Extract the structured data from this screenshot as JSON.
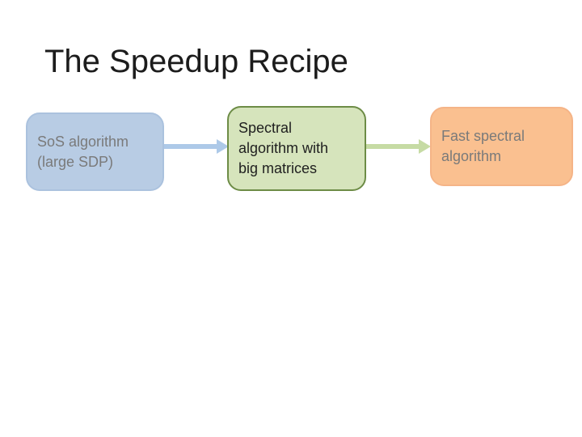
{
  "slide": {
    "title": "The Speedup Recipe",
    "background_color": "#ffffff",
    "title_color": "#1c1c1c"
  },
  "flow": {
    "boxes": [
      {
        "name": "sos-algorithm",
        "lines": [
          "SoS algorithm",
          "(large SDP)"
        ],
        "fill_color": "#b8cce4",
        "border_color": "#abc2de",
        "text_color": "#7a7a7a"
      },
      {
        "name": "spectral-algorithm",
        "lines": [
          "Spectral",
          "algorithm with",
          "big matrices"
        ],
        "fill_color": "#d6e4bc",
        "border_color": "#6d8c46",
        "text_color": "#1f1f1f"
      },
      {
        "name": "fast-spectral-algorithm",
        "lines": [
          "Fast spectral",
          "algorithm"
        ],
        "fill_color": "#fac090",
        "border_color": "#f5b487",
        "text_color": "#7a7a7a"
      }
    ],
    "arrows": [
      {
        "name": "sos-to-spectral",
        "color": "#adc9e8",
        "direction": "right"
      },
      {
        "name": "spectral-to-fast",
        "color": "#c6dba4",
        "direction": "right"
      }
    ]
  }
}
